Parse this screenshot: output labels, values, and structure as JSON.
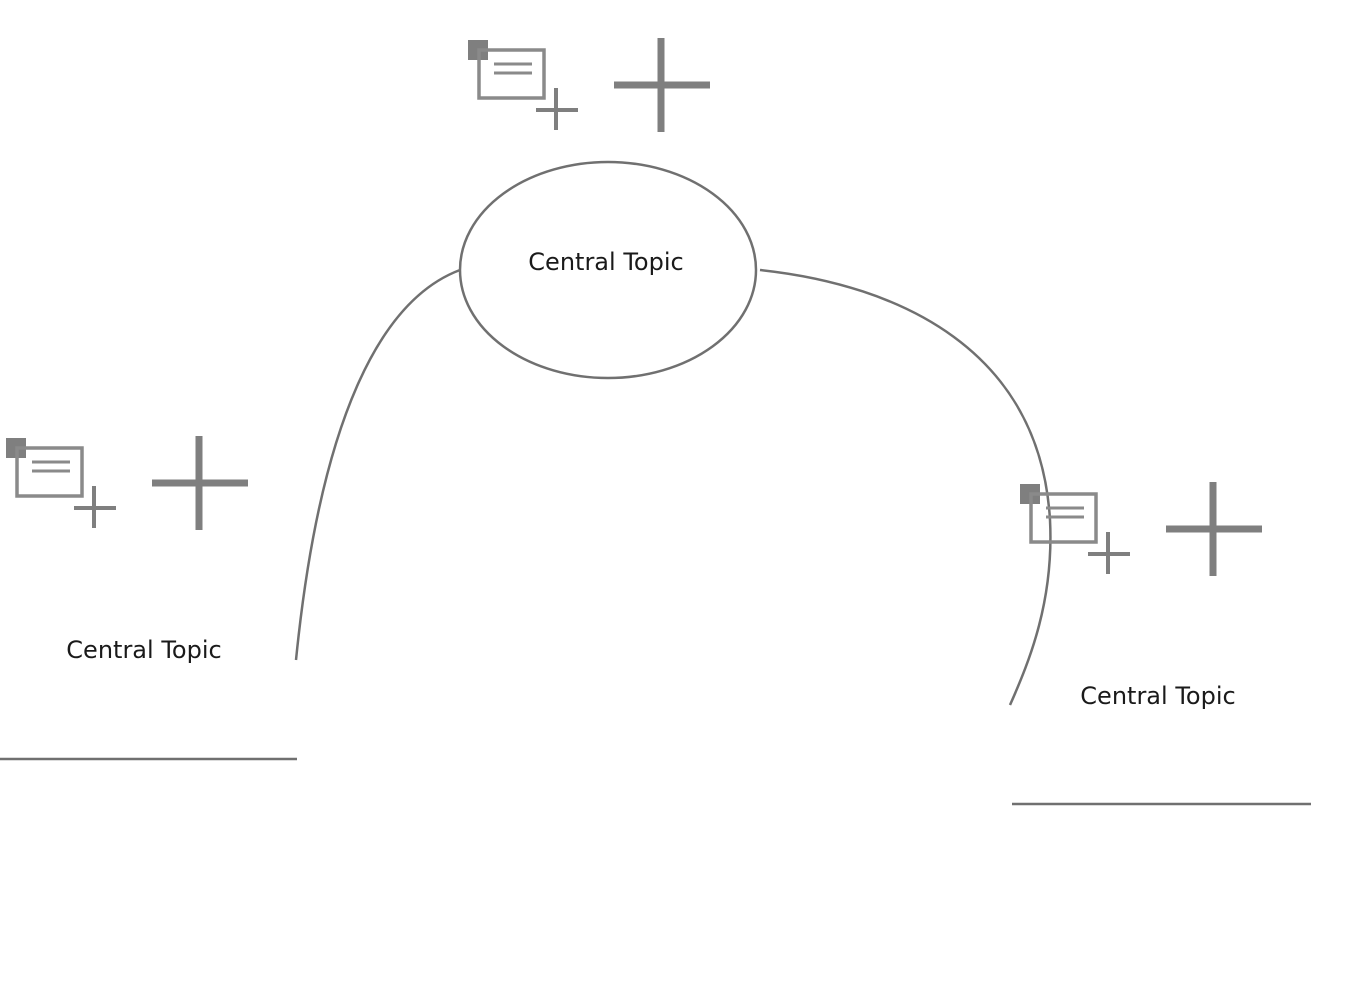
{
  "colors": {
    "stroke": "#707070",
    "icon": "#7f7f7f",
    "text": "#1a1a1a",
    "background": "#ffffff"
  },
  "topics": {
    "central": {
      "label": "Central Topic",
      "shape": "ellipse"
    },
    "left": {
      "label": "Central Topic",
      "shape": "underline"
    },
    "right": {
      "label": "Central Topic",
      "shape": "underline"
    }
  },
  "toolbar_icons": [
    "add-note-icon",
    "add-topic-icon"
  ]
}
